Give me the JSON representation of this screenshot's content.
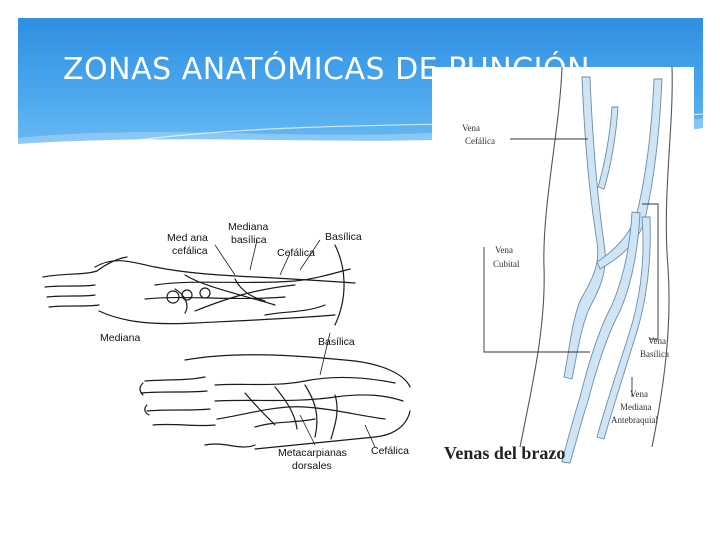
{
  "slide": {
    "title": "ZONAS ANATÓMICAS DE PUNCIÓN"
  },
  "hand_diagram": {
    "labels": {
      "mediana_cefalica_1": "Med ana",
      "mediana_cefalica_2": "cefálica",
      "mediana_basilica_1": "Mediana",
      "mediana_basilica_2": "basílica",
      "cefalica_top": "Cefálica",
      "basilica_top": "Basílica",
      "mediana": "Mediana",
      "basilica_bottom": "Basílica",
      "metacarpianas_1": "Metacarpianas",
      "metacarpianas_2": "dorsales",
      "cefalica_bottom": "Cefálica"
    }
  },
  "arm_diagram": {
    "labels": {
      "vena_cefalica_1": "Vena",
      "vena_cefalica_2": "Cefálica",
      "vena_cubital_1": "Vena",
      "vena_cubital_2": "Cubital",
      "vena_basilica_1": "Vena",
      "vena_basilica_2": "Basílica",
      "vena_mediana_1": "Vena",
      "vena_mediana_2": "Mediana",
      "vena_mediana_3": "Antebraquial"
    },
    "caption": "Venas del brazo",
    "vein_color": "#cfe4f4"
  },
  "colors": {
    "header_blue": "#3b9ae6",
    "title_text": "#ffffff"
  }
}
